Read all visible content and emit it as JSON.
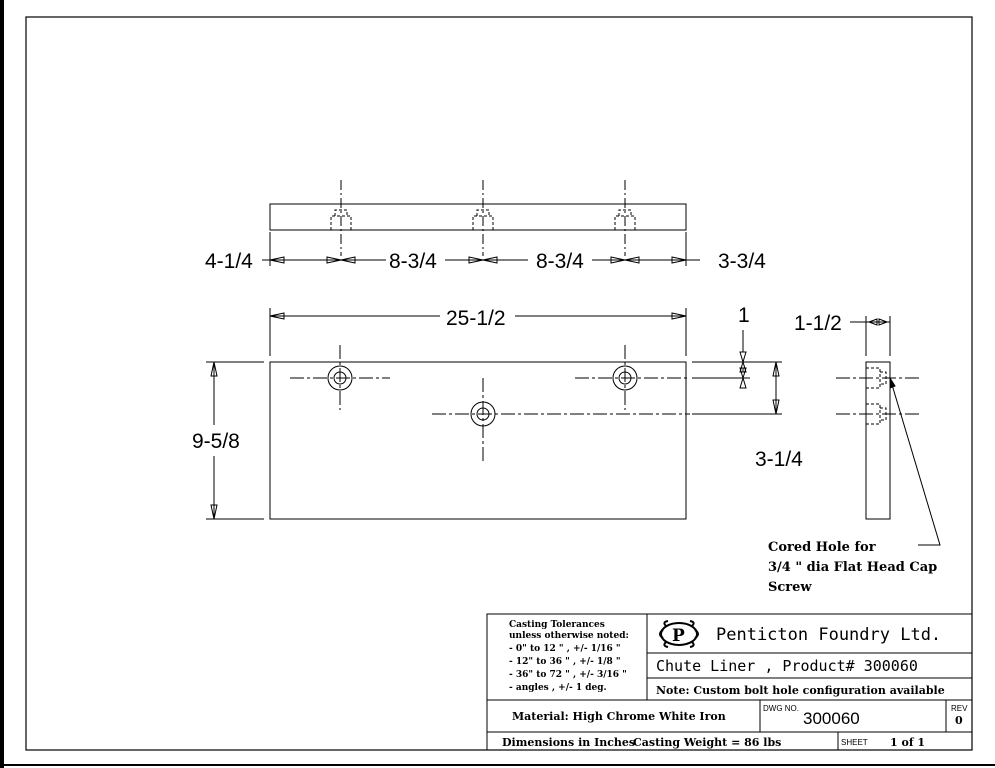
{
  "dimensions": {
    "d1": "4-1/4",
    "d2": "8-3/4",
    "d3": "8-3/4",
    "d4": "3-3/4",
    "length": "25-1/2",
    "width": "9-5/8",
    "edge": "1",
    "offset": "3-1/4",
    "thickness": "1-1/2"
  },
  "note": {
    "line1": "Cored Hole for",
    "line2": "3/4 \" dia Flat Head Cap",
    "line3": "Screw"
  },
  "title_block": {
    "tolerances_title": "Casting Tolerances",
    "tolerances_sub": "unless otherwise noted:",
    "tol1": "-   0\" to 12 \" , +/- 1/16 \"",
    "tol2": "- 12\" to 36 \" , +/- 1/8 \"",
    "tol3": "- 36\" to 72 \" , +/- 3/16 \"",
    "tol4": "- angles      , +/- 1 deg.",
    "company": "Penticton Foundry Ltd.",
    "logo_letter": "P",
    "product": "Chute Liner , Product# 300060",
    "note": "Note: Custom bolt hole configuration available",
    "material": "Material: High Chrome White Iron",
    "dwg_label": "DWG NO.",
    "dwg_no": "300060",
    "rev_label": "REV",
    "rev": "0",
    "units": "Dimensions in Inches",
    "weight": "Casting Weight = 86 lbs",
    "sheet_label": "SHEET",
    "sheet": "1 of 1"
  }
}
